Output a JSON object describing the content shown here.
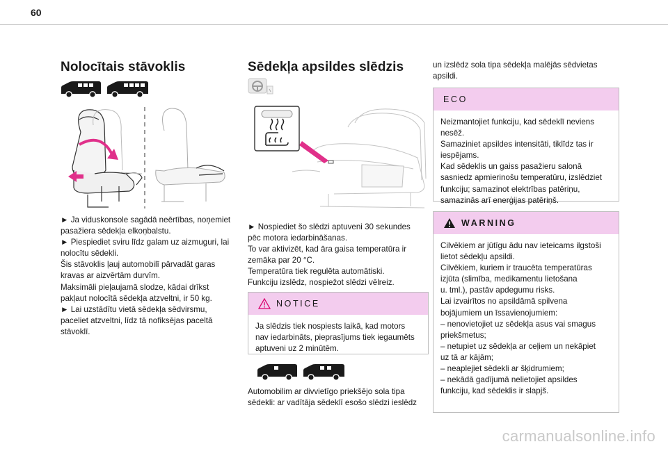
{
  "page": {
    "number": "60"
  },
  "left": {
    "title": "Nolocītais stāvoklis",
    "text": "► Ja viduskonsole sagādā neērtības, noņemiet\npasažiera sēdekļa elkoņbalstu.\n► Piespiediet sviru līdz galam uz aizmuguri, lai\nnolocītu sēdekli.\nŠis stāvoklis ļauj automobilī pārvadāt garas\nkravas ar aizvērtām durvīm.\nMaksimāli pieļaujamā slodze, kādai drīkst\npakļaut nolocītā sēdekļa atzveltni, ir 50 kg.\n► Lai uzstādītu vietā sēdekļa sēdvirsmu,\npaceliet atzveltni, līdz tā nofiksējas paceltā\nstāvoklī."
  },
  "middle": {
    "title": "Sēdekļa apsildes slēdzis",
    "text": "► Nospiediet šo slēdzi aptuveni 30 sekundes\npēc motora iedarbināšanas.\nTo var aktivizēt, kad āra gaisa temperatūra ir\nzemāka par 20 °C.\nTemperatūra tiek regulēta automātiski.\nFunkciju izslēdz, nospiežot slēdzi vēlreiz.",
    "notice": {
      "title": "NOTICE",
      "text": "Ja slēdzis tiek nospiests laikā, kad motors\nnav iedarbināts, pieprasījums tiek iegaumēts\naptuveni uz 2 minūtēm."
    },
    "footer_text": "Automobilim ar divvietīgo priekšējo sola tipa\nsēdekli: ar vadītāja sēdeklī esošo slēdzi ieslēdz"
  },
  "right": {
    "intro_text": "un izslēdz sola tipa sēdekļa malējās sēdvietas\napsildi.",
    "eco": {
      "title": "ECO",
      "text": "Neizmantojiet funkciju, kad sēdeklī neviens\nnesēž.\nSamaziniet apsildes intensitāti, tiklīdz tas ir\niespējams.\nKad sēdeklis un gaiss pasažieru salonā\nsasniedz apmierinošu temperatūru, izslēdziet\nfunkciju; samazinot elektrības patēriņu,\nsamazinās arī enerģijas patēriņš."
    },
    "warning": {
      "title": "WARNING",
      "text": "Cilvēkiem ar jūtīgu ādu nav ieteicams ilgstoši\nlietot sēdekļu apsildi.\nCilvēkiem, kuriem ir traucēta temperatūras\nizjūta (slimība, medikamentu lietošana\nu. tml.), pastāv apdegumu risks.\nLai izvairītos no apsildāmā spilvena\nbojājumiem un īssavienojumiem:\n–  nenovietojiet uz sēdekļa asus vai smagus\npriekšmetus;\n–  netupiet uz sēdekļa ar ceļiem un nekāpiet\nuz tā ar kājām;\n–  neaplejiet sēdekli ar šķidrumiem;\n–  nekādā gadījumā nelietojiet apsildes\nfunkciju, kad sēdeklis ir slapjš."
    }
  },
  "watermark": "carmanualsonline.info",
  "colors": {
    "callout_header": "#f3ccee",
    "arrow_accent": "#e0308a",
    "warning_icon": "#d9006c"
  }
}
